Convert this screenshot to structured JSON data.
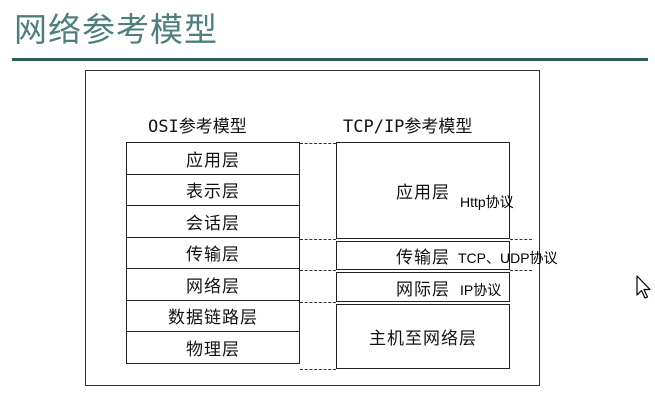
{
  "slide": {
    "title": "网络参考模型"
  },
  "diagram": {
    "osi_header": "OSI参考模型",
    "tcp_header": "TCP/IP参考模型",
    "osi_layers": [
      "应用层",
      "表示层",
      "会话层",
      "传输层",
      "网络层",
      "数据链路层",
      "物理层"
    ],
    "tcp_layers": [
      "应用层",
      "传输层",
      "网际层",
      "主机至网络层"
    ],
    "annotations": {
      "application": "Http协议",
      "transport": "TCP、UDP协议",
      "internet": "IP协议"
    }
  },
  "icons": {
    "cursor": "mouse-pointer-icon"
  }
}
